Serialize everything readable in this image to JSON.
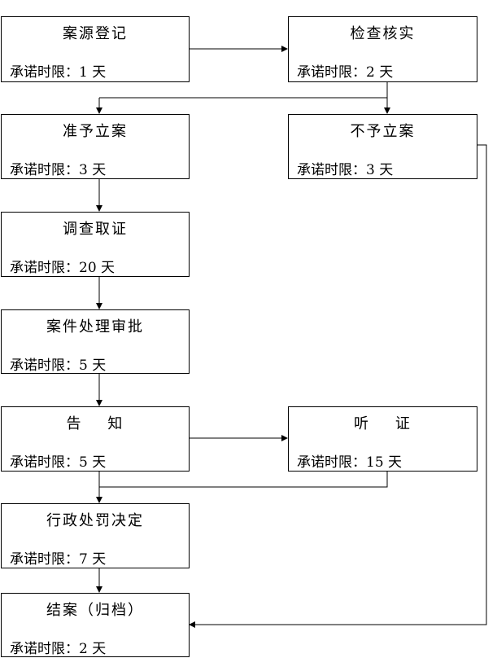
{
  "nodes": {
    "register": {
      "title": "案源登记",
      "limit": "承诺时限：1 天"
    },
    "verify": {
      "title": "检查核实",
      "limit": "承诺时限：2 天"
    },
    "accept": {
      "title": "准予立案",
      "limit": "承诺时限：3 天"
    },
    "reject": {
      "title": "不予立案",
      "limit": "承诺时限：3 天"
    },
    "investigate": {
      "title": "调查取证",
      "limit": "承诺时限：20 天"
    },
    "approve": {
      "title": "案件处理审批",
      "limit": "承诺时限：5 天"
    },
    "notify": {
      "title": "告    知",
      "limit": "承诺时限：5 天"
    },
    "hearing": {
      "title": "听    证",
      "limit": "承诺时限：15 天"
    },
    "decision": {
      "title": "行政处罚决定",
      "limit": "承诺时限：7 天"
    },
    "close": {
      "title": "结案（归档）",
      "limit": "承诺时限：2 天"
    }
  }
}
